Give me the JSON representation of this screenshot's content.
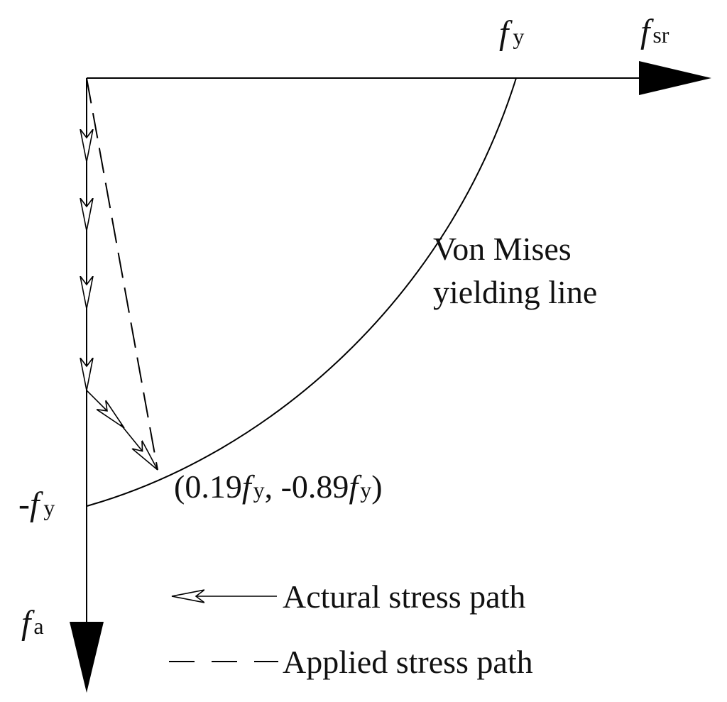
{
  "axes": {
    "horizontal": {
      "symbol": "f",
      "subscript": "sr"
    },
    "vertical": {
      "symbol": "f",
      "subscript": "a"
    }
  },
  "ticks": {
    "fy_top": {
      "symbol": "f",
      "subscript": "y"
    },
    "fy_left": {
      "prefix": "-",
      "symbol": "f",
      "subscript": "y"
    }
  },
  "curve_label": {
    "line1": "Von Mises",
    "line2": "yielding line"
  },
  "point": {
    "open": "(0.19",
    "f1": "f",
    "s1": "y",
    "mid": ", -0.89",
    "f2": "f",
    "s2": "y",
    "close": ")",
    "x_fy": 0.19,
    "y_fy": -0.89
  },
  "legend": {
    "actual": "Actural stress path",
    "applied": "Applied stress path"
  },
  "colors": {
    "line": "#000000",
    "text": "#111111",
    "background": "#ffffff"
  }
}
